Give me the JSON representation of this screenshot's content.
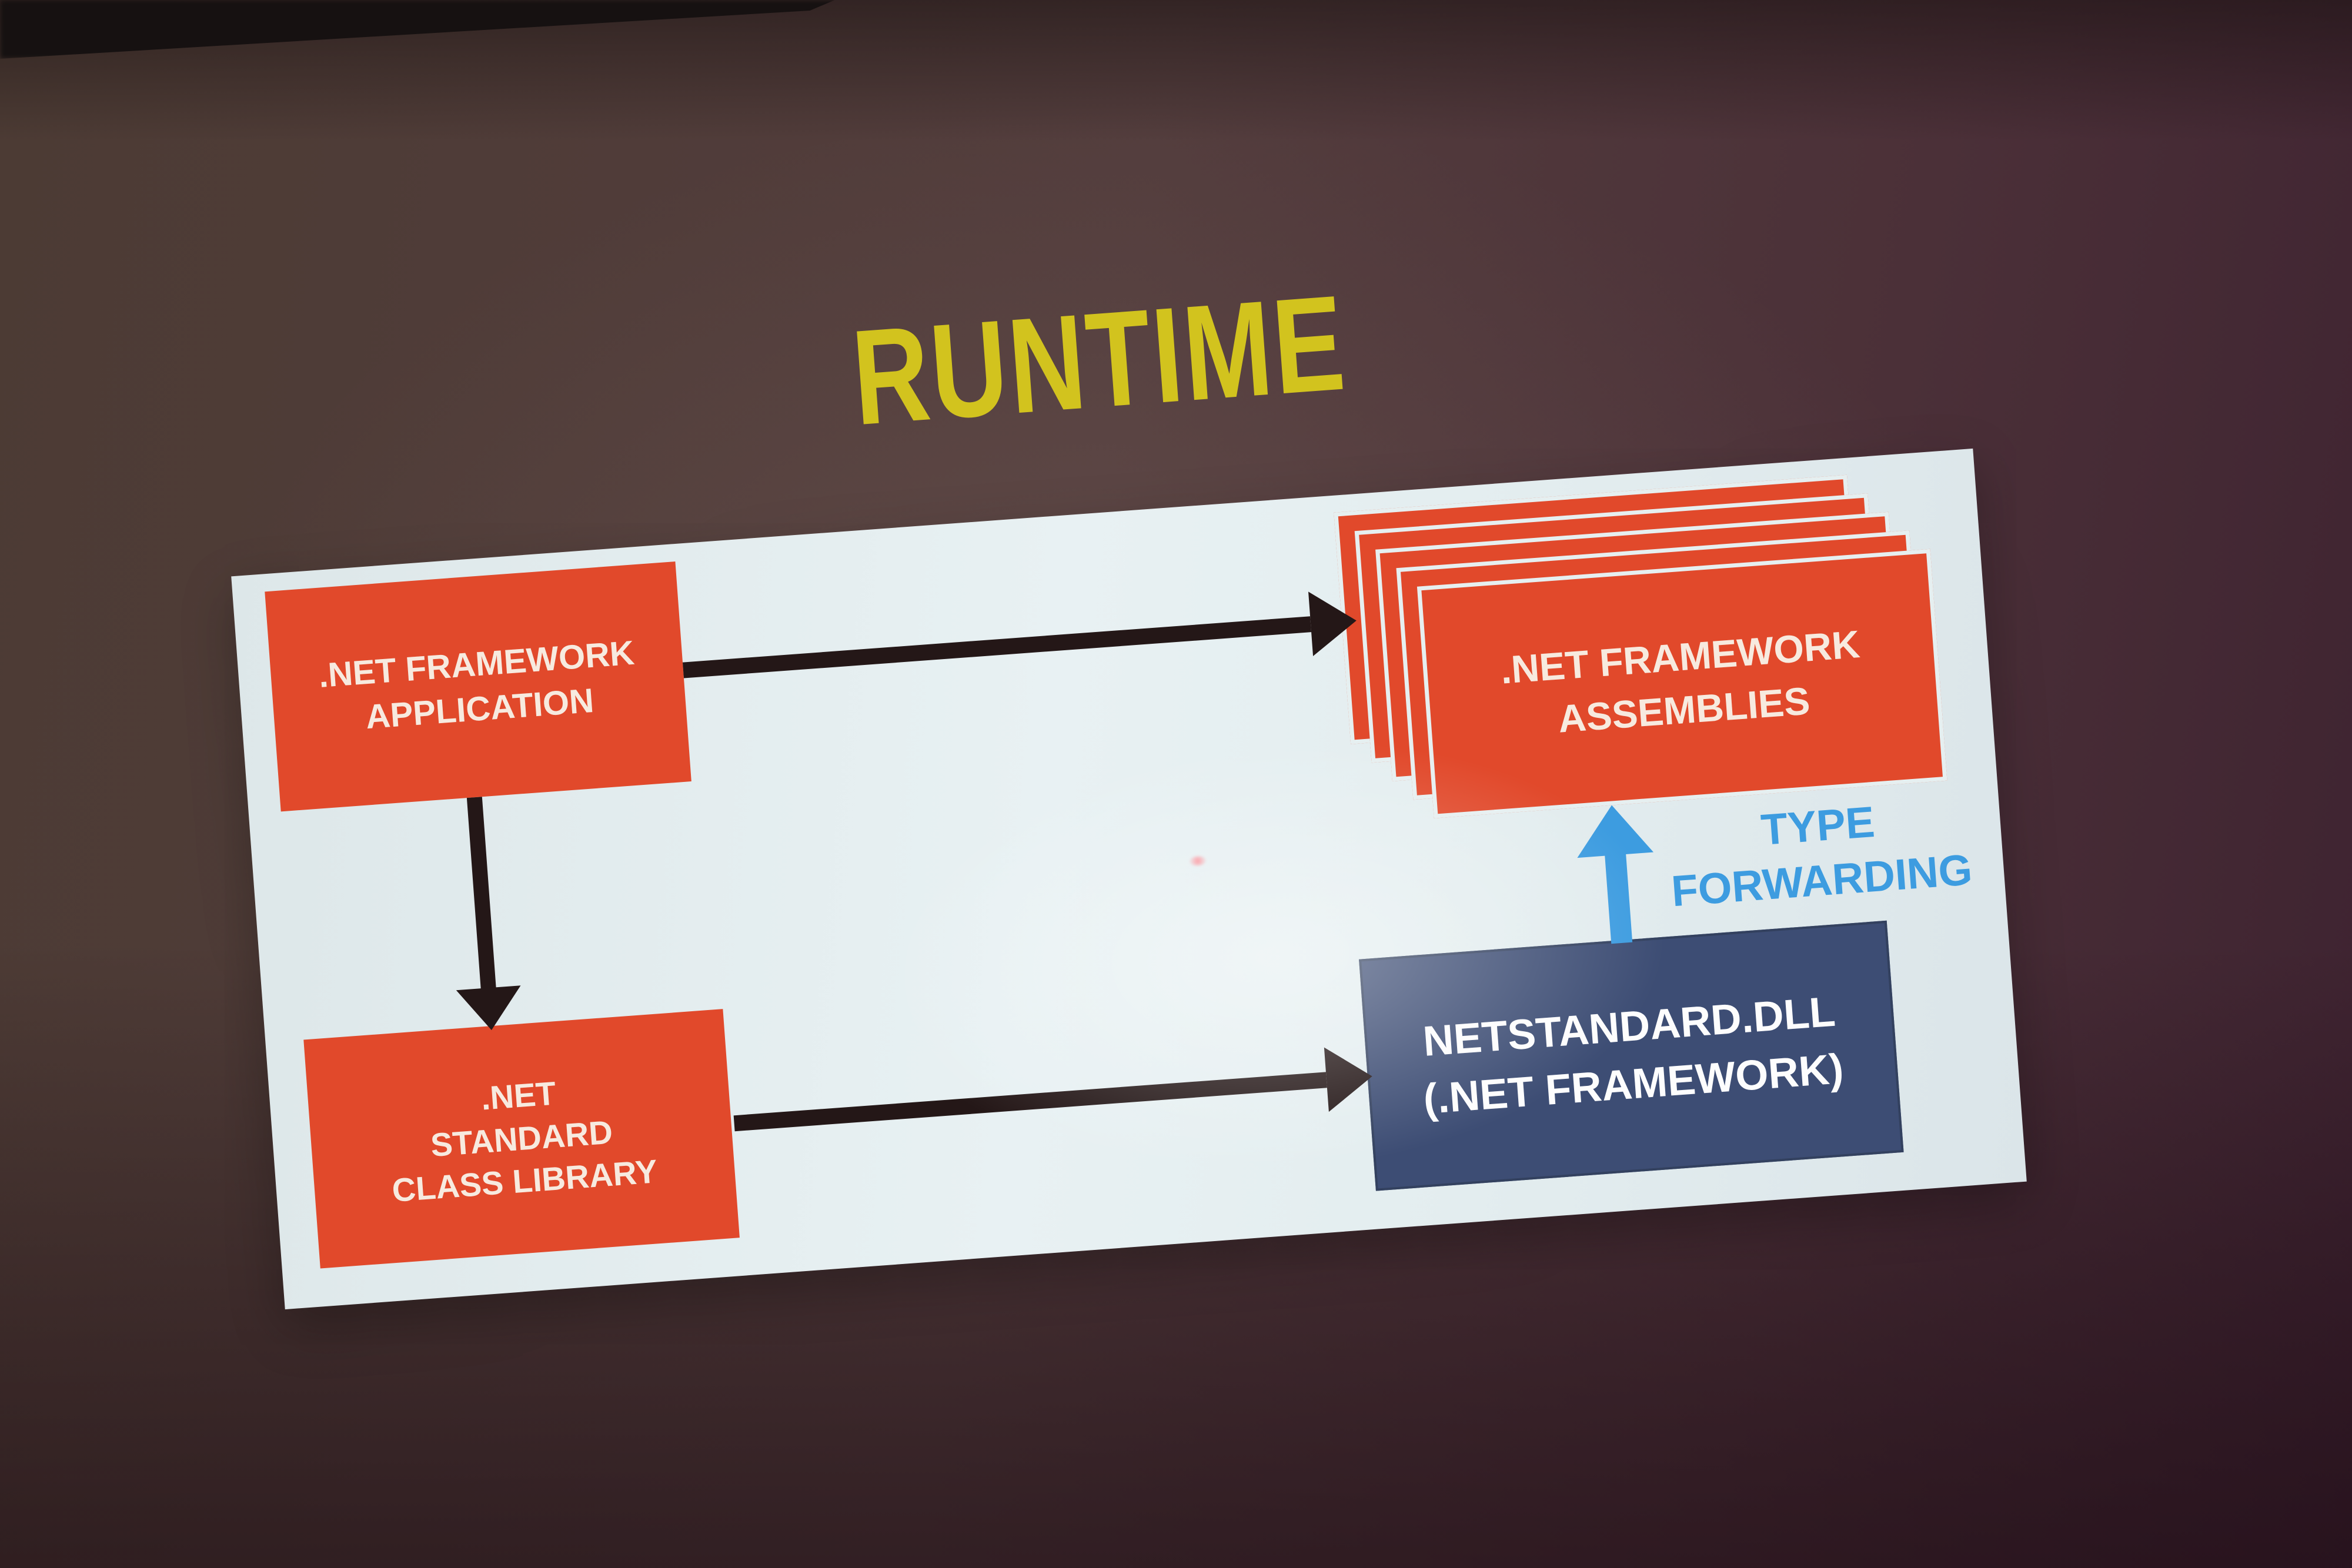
{
  "slide": {
    "title": "RUNTIME",
    "nodes": {
      "app": {
        "label": ".NET FRAMEWORK\nAPPLICATION"
      },
      "assemblies": {
        "label": ".NET FRAMEWORK\nASSEMBLIES",
        "stack_count": 5
      },
      "library": {
        "label": ".NET\nSTANDARD\nCLASS LIBRARY"
      },
      "netstandard_dll": {
        "label": "NETSTANDARD.DLL\n(.NET FRAMEWORK)"
      }
    },
    "annotations": {
      "type_forwarding": {
        "label": "TYPE\nFORWARDING"
      }
    },
    "edges": [
      {
        "from": "app",
        "to": "assemblies",
        "style": "dark-arrow"
      },
      {
        "from": "app",
        "to": "library",
        "style": "dark-arrow"
      },
      {
        "from": "library",
        "to": "netstandard_dll",
        "style": "dark-arrow"
      },
      {
        "from": "netstandard_dll",
        "to": "assemblies",
        "style": "blue-arrow",
        "label": "TYPE FORWARDING"
      }
    ],
    "colors": {
      "title_yellow": "#d2c31e",
      "node_orange": "#e1492b",
      "node_navy": "#3d4d74",
      "node_text": "#f7eadf",
      "arrow_dark": "#241717",
      "arrow_blue": "#3d9ce0",
      "slide_background": "#e6eff0"
    }
  }
}
